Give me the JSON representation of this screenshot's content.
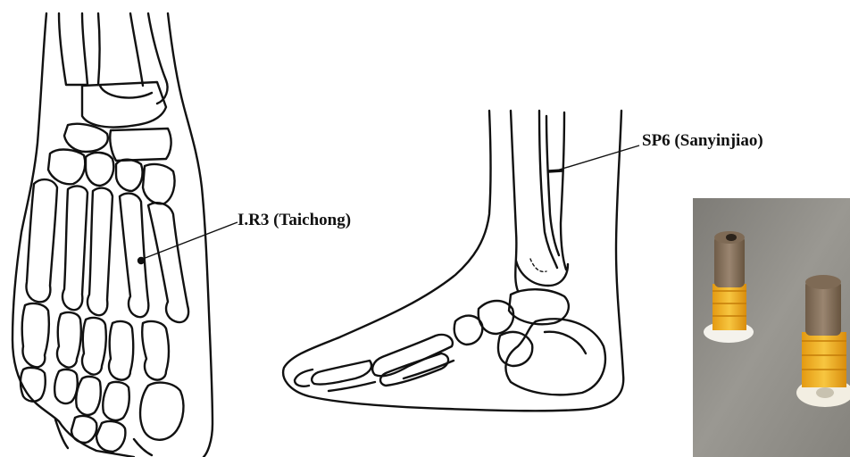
{
  "points": [
    {
      "id": "lr3",
      "label": "I.R3 (Taichong)"
    },
    {
      "id": "sp6",
      "label": "SP6 (Sanyinjiao)"
    }
  ],
  "figures": {
    "foot_dorsal": "foot-skeleton-dorsal-view",
    "foot_lateral": "foot-skeleton-medial-view",
    "photo": "moxa-cones-photo"
  },
  "colors": {
    "line": "#111111",
    "moxa_body": "#8a7560",
    "moxa_band": "#f2b52a",
    "photo_bg": "#8f8d87"
  }
}
